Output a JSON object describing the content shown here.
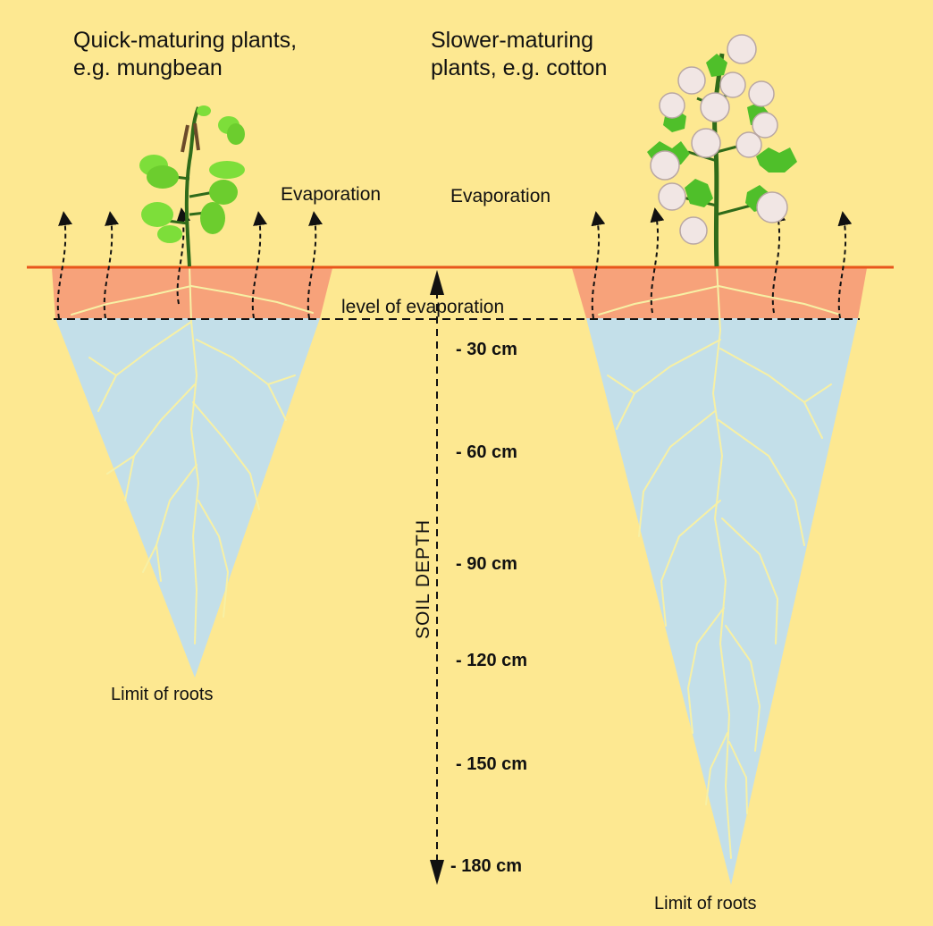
{
  "headings": {
    "quick": [
      "Quick-maturing plants,",
      "e.g. mungbean"
    ],
    "slow": [
      "Slower-maturing",
      "plants, e.g. cotton"
    ]
  },
  "labels": {
    "evaporation_left": "Evaporation",
    "evaporation_right": "Evaporation",
    "level_of_evaporation": "level of evaporation",
    "soil_depth": "SOIL DEPTH",
    "limit_of_roots_left": "Limit of roots",
    "limit_of_roots_right": "Limit of roots"
  },
  "depth_marks": [
    "- 30 cm",
    "- 60 cm",
    "- 90 cm",
    "- 120 cm",
    "- 150 cm",
    "- 180 cm"
  ],
  "colors": {
    "background": "#fde891",
    "soil_surface": "#e8561c",
    "evaporation_zone": "#f7a27a",
    "root_zone": "#c3dfe9",
    "roots": "#f7f0a5",
    "leaf": "#7dde3a",
    "cotton_boll": "#f1e6e4"
  }
}
